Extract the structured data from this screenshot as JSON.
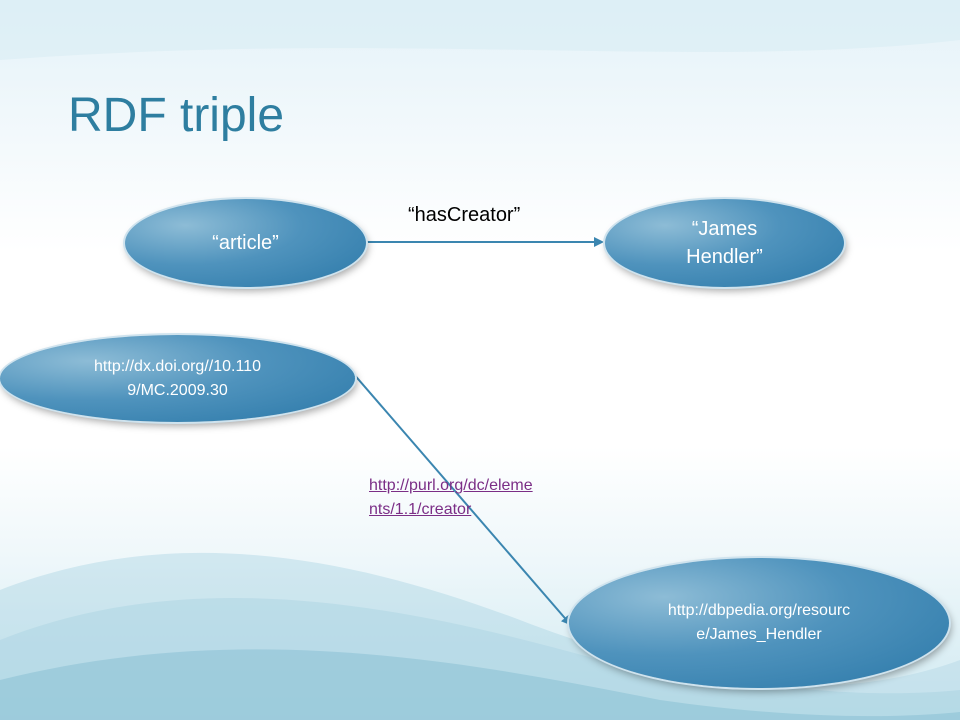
{
  "slide": {
    "title": "RDF triple"
  },
  "triple1": {
    "subject": "“article”",
    "predicate": "“hasCreator”",
    "object": "“James\nHendler”"
  },
  "triple2": {
    "subject": "http://dx.doi.org//10.110\n9/MC.2009.30",
    "predicate": "http://purl.org/dc/eleme\nnts/1.1/creator",
    "object": "http://dbpedia.org/resourc\ne/James_Hendler"
  },
  "colors": {
    "title": "#2e7ea0",
    "node": "#2b78a8",
    "arrow": "#3b86b0",
    "link": "#7b2e86"
  }
}
